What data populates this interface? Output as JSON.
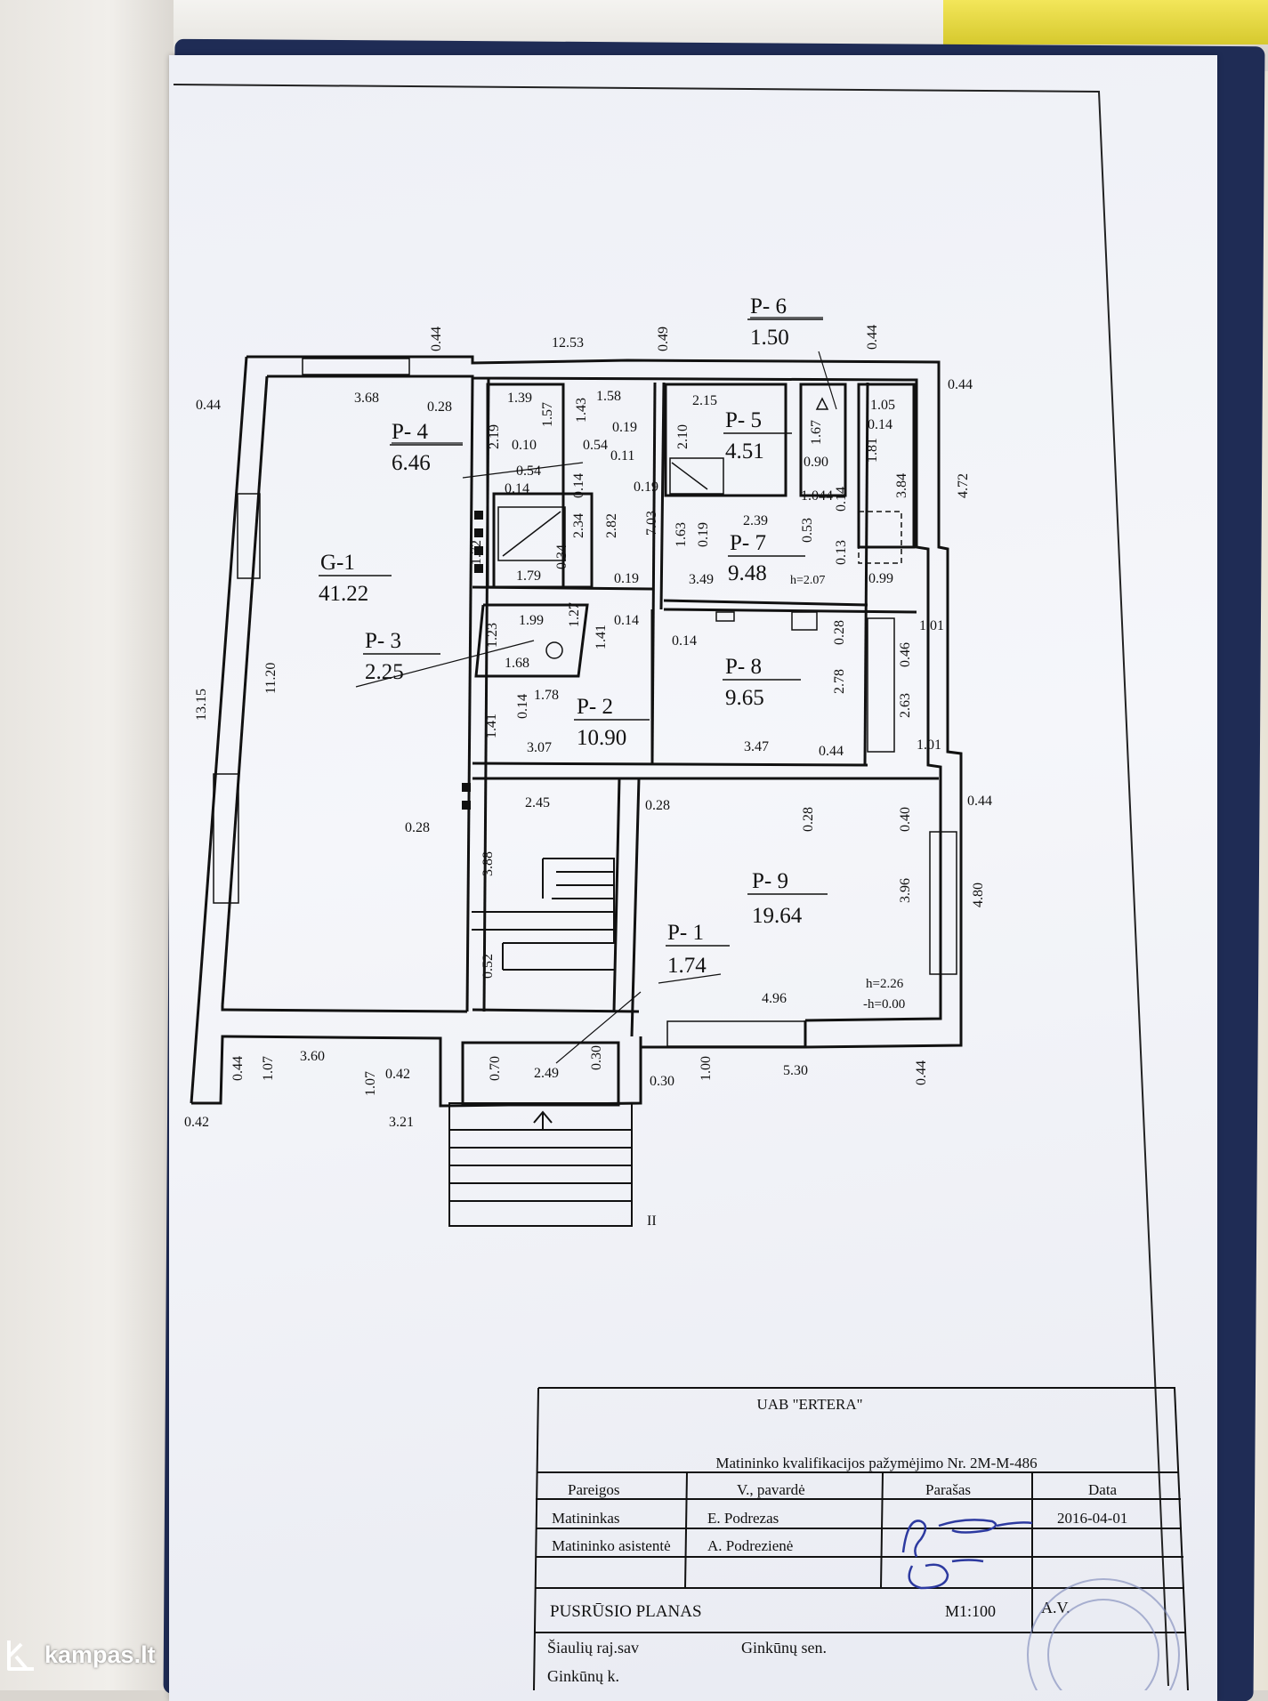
{
  "rooms": {
    "g1": {
      "id": "G-1",
      "area": "41.22"
    },
    "p1": {
      "id": "P- 1",
      "area": "1.74"
    },
    "p2": {
      "id": "P- 2",
      "area": "10.90"
    },
    "p3": {
      "id": "P- 3",
      "area": "2.25"
    },
    "p4": {
      "id": "P- 4",
      "area": "6.46"
    },
    "p5": {
      "id": "P- 5",
      "area": "4.51"
    },
    "p6": {
      "id": "P- 6",
      "area": "1.50"
    },
    "p7": {
      "id": "P- 7",
      "area": "9.48",
      "height": "h=2.07"
    },
    "p8": {
      "id": "P- 8",
      "area": "9.65"
    },
    "p9": {
      "id": "P- 9",
      "area": "19.64",
      "height": "h=2.26",
      "level": "-h=0.00"
    }
  },
  "dimensions": [
    "12.53",
    "0.44",
    "0.49",
    "0.44",
    "0.44",
    "3.68",
    "0.28",
    "1.39",
    "1.58",
    "1.57",
    "1.43",
    "2.19",
    "0.10",
    "0.54",
    "0.19",
    "0.11",
    "2.15",
    "2.10",
    "1.67",
    "1.05",
    "0.14",
    "1.81",
    "0.44",
    "0.54",
    "0.14",
    "0.14",
    "2.34",
    "2.82",
    "7.03",
    "0.34",
    "1.72",
    "1.79",
    "0.19",
    "0.19",
    "0.90",
    "1.044",
    "0.14",
    "3.84",
    "4.72",
    "2.39",
    "1.63",
    "0.19",
    "0.53",
    "0.13",
    "3.49",
    "0.99",
    "1.99",
    "1.23",
    "1.27",
    "0.14",
    "1.41",
    "0.14",
    "1.68",
    "1.78",
    "0.14",
    "1.41",
    "1.01",
    "0.28",
    "0.46",
    "2.78",
    "2.63",
    "3.07",
    "3.47",
    "0.44",
    "1.01",
    "11.20",
    "13.15",
    "2.45",
    "0.28",
    "0.28",
    "0.40",
    "0.44",
    "0.28",
    "3.88",
    "3.96",
    "4.80",
    "0.52",
    "4.96",
    "0.44",
    "1.07",
    "3.60",
    "1.07",
    "0.42",
    "0.70",
    "2.49",
    "0.30",
    "0.30",
    "1.00",
    "5.30",
    "0.44",
    "0.42",
    "3.21",
    "II"
  ],
  "titleblock": {
    "company": "UAB \"ERTERA\"",
    "license": "Matininko kvalifikacijos pažymėjimo Nr. 2M-M-486",
    "col_role": "Pareigos",
    "col_name": "V., pavardė",
    "col_sign": "Parašas",
    "col_date": "Data",
    "row1_role": "Matininkas",
    "row1_name": "E. Podrezas",
    "row1_date": "2016-04-01",
    "row2_role": "Matininko asistentė",
    "row2_name": "A. Podrezienė",
    "plan_title": "PUSRŪSIO PLANAS",
    "scale": "M1:100",
    "av": "A.V.",
    "district": "Šiaulių raj.sav",
    "eldership": "Ginkūnų sen.",
    "village": "Ginkūnų k."
  },
  "watermark": "kampas.lt"
}
